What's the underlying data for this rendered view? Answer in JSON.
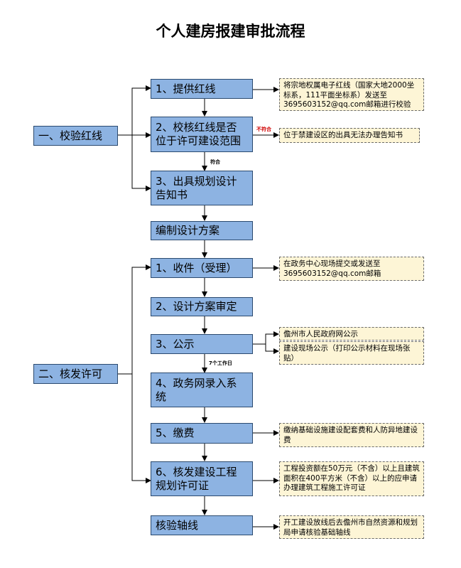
{
  "title": "个人建房报建审批流程",
  "stages": {
    "one": "一、校验红线",
    "two": "二、核发许可"
  },
  "steps": {
    "s1": "1、提供红线",
    "s2": "2、校核红线是否\n位于许可建设范围",
    "s3": "3、出具规划设计\n告知书",
    "plan": "编制设计方案",
    "r1": "1、收件（受理）",
    "r2": "2、设计方案审定",
    "r3": "3、公示",
    "r4": "4、政务网录入系\n统",
    "r5": "5、缴费",
    "r6": "6、核发建设工程\n规划许可证",
    "axis": "核验轴线"
  },
  "notes": {
    "n1": "将宗地权属电子红线（国家大地2000坐标系，111平面坐标系）发送至3695603152@qq.com邮箱进行校验",
    "n2": "位于禁建设区的出具无法办理告知书",
    "n3": "在政务中心现场提交或发送至\n3695603152@qq.com邮箱",
    "n4": "儋州市人民政府网公示",
    "n5": "建设现场公示（打印公示材料在现场张贴）",
    "n6": "缴纳基础设施建设配套费和人防异地建设费",
    "n7": "工程投资额在50万元（不含）以上且建筑面积在400平方米（不含）以上的应申请办理建筑工程施工许可证",
    "n8": "开工建设放线后去儋州市自然资源和规划局申请核验基础轴线"
  },
  "tags": {
    "fit": "符合",
    "notfit": "不符合",
    "days": "7个工作日"
  },
  "colors": {
    "box_fill": "#8db3e2",
    "note_fill": "#fdf5d6",
    "notfit_text": "#d00000"
  }
}
